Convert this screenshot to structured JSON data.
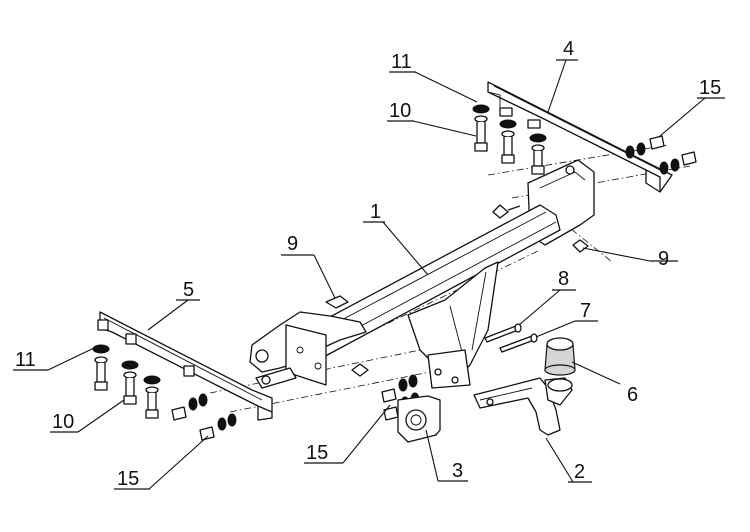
{
  "callouts": {
    "c1": "1",
    "c2": "2",
    "c3": "3",
    "c4": "4",
    "c5": "5",
    "c6": "6",
    "c7": "7",
    "c8": "8",
    "c9_left": "9",
    "c9_right": "9",
    "c10_top": "10",
    "c10_bottom": "10",
    "c11_top": "11",
    "c11_bottom": "11",
    "c15_top": "15",
    "c15_mid": "15",
    "c15_bottom": "15"
  }
}
